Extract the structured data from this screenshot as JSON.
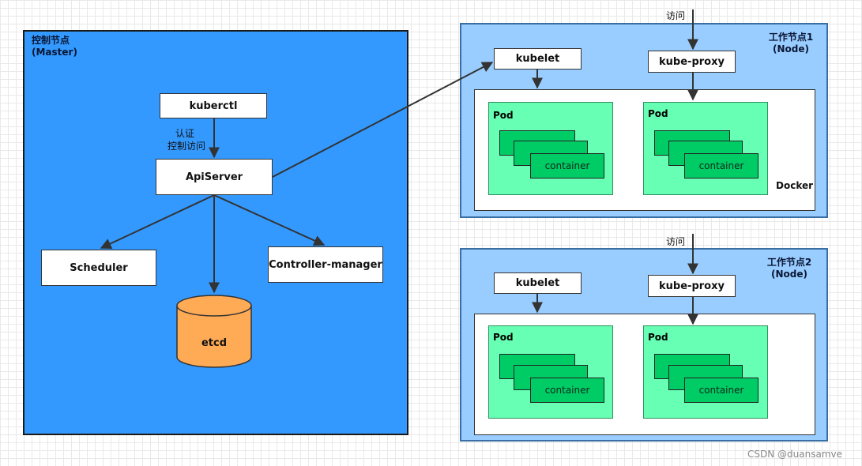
{
  "master": {
    "title": "控制节点",
    "subtitle": "(Master)"
  },
  "components": {
    "kuberctl": "kuberctl",
    "auth_line1": "认证",
    "auth_line2": "控制访问",
    "apiserver": "ApiServer",
    "scheduler": "Scheduler",
    "controller_manager": "Controller-manager",
    "etcd": "etcd"
  },
  "nodes": [
    {
      "title": "工作节点1",
      "subtitle": "(Node)",
      "access": "访问",
      "kubelet": "kubelet",
      "kube_proxy": "kube-proxy",
      "docker": "Docker",
      "pods": [
        {
          "label": "Pod",
          "container": "container"
        },
        {
          "label": "Pod",
          "container": "container"
        }
      ]
    },
    {
      "title": "工作节点2",
      "subtitle": "(Node)",
      "access": "访问",
      "kubelet": "kubelet",
      "kube_proxy": "kube-proxy",
      "docker": "",
      "pods": [
        {
          "label": "Pod",
          "container": "container"
        },
        {
          "label": "Pod",
          "container": "container"
        }
      ]
    }
  ],
  "watermark": "CSDN @duansamve",
  "colors": {
    "master_fill": "#3399ff",
    "node_fill": "#99ccff",
    "pod_fill": "#66ffb3",
    "container_fill": "#00cc66",
    "etcd_fill": "#ffaa55"
  }
}
